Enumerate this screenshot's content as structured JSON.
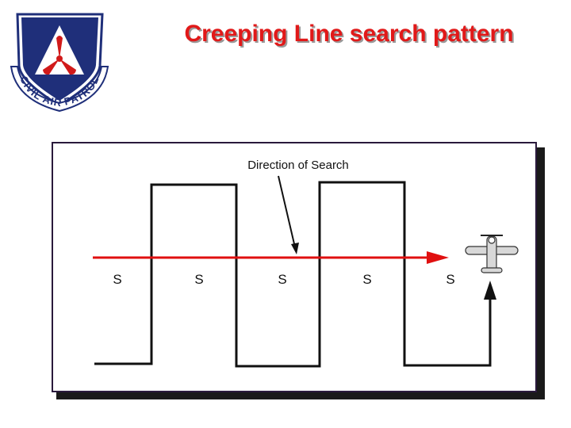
{
  "slide": {
    "title": "Creeping Line search pattern"
  },
  "logo": {
    "text": "CIVIL AIR PATROL",
    "colors": {
      "shield": "#1f2f7a",
      "triangle": "#ffffff",
      "propeller": "#d11a1a",
      "ring": "#ffffff"
    }
  },
  "diagram": {
    "direction_label": "Direction of Search",
    "spacing_labels": [
      "S",
      "S",
      "S",
      "S",
      "S"
    ],
    "colors": {
      "search_line": "#e01010",
      "track": "#111111",
      "pointer": "#111111",
      "aircraft": "#d8d8d8"
    },
    "icons": [
      "aircraft-icon",
      "arrowhead-icon"
    ]
  }
}
